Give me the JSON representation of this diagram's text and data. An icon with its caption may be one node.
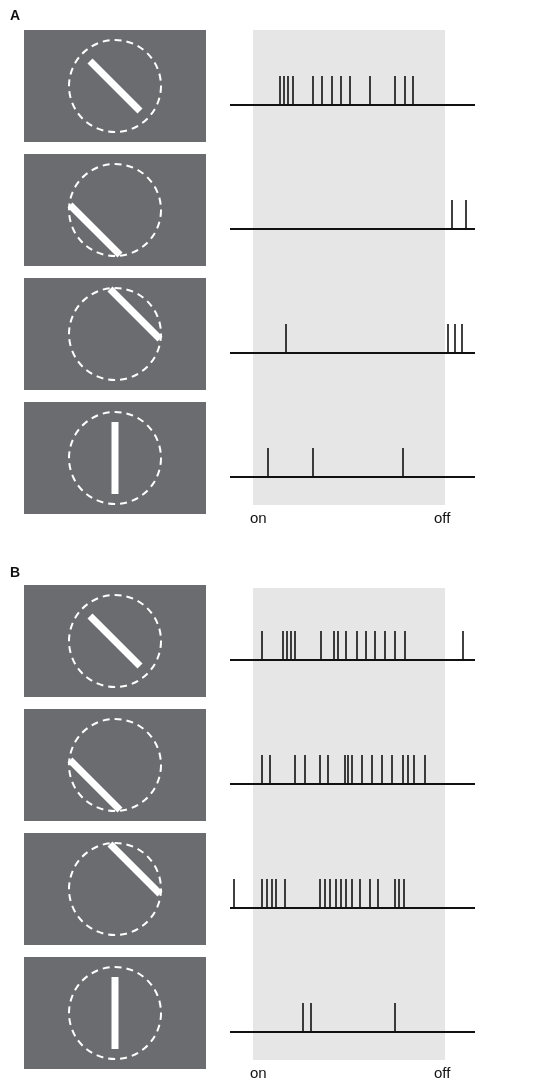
{
  "diagram": {
    "labels": [
      "A",
      "on",
      "off",
      "B",
      "on",
      "off"
    ]
  }
}
